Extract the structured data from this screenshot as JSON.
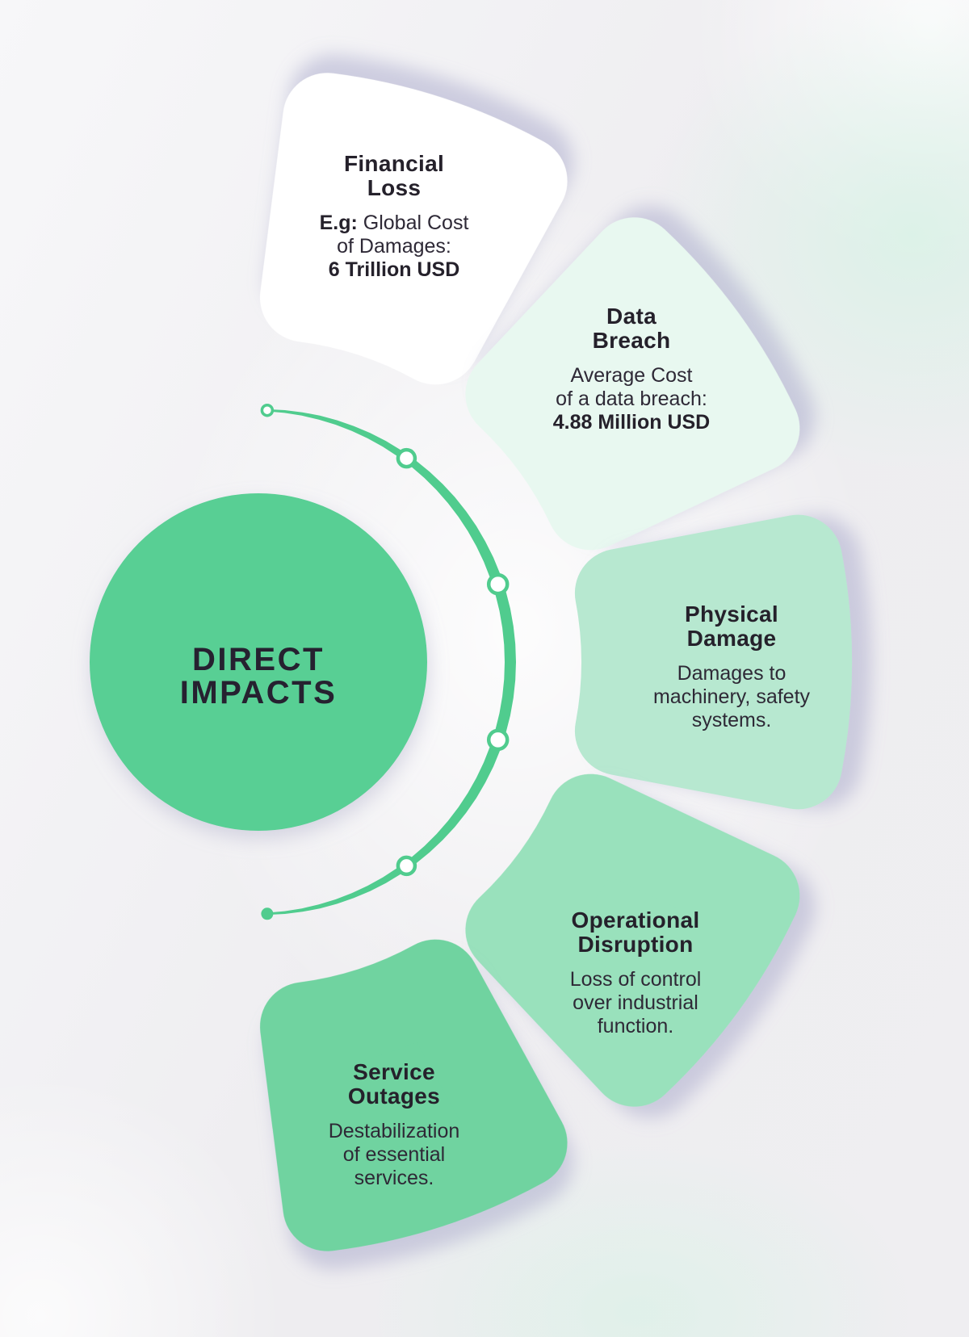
{
  "center_circle": {
    "lines": [
      "DIRECT",
      "IMPACTS"
    ],
    "color": "#58cf94",
    "text_color": "#262130"
  },
  "arc": {
    "color": "#50cc8e",
    "dot_fill": "#ffffff"
  },
  "colors": {
    "background": "#efeef1",
    "petal_shadow": "#9a99c2",
    "circle_shadow": "#a3a3c2"
  },
  "petals": [
    {
      "name": "financial-loss",
      "color": "#ffffff",
      "title": [
        "Financial",
        "Loss"
      ],
      "body": [
        [
          {
            "t": "E.g:",
            "b": true
          },
          {
            "t": " Global Cost",
            "b": false
          }
        ],
        [
          {
            "t": "of Damages:",
            "b": false
          }
        ],
        [
          {
            "t": "6 Trillion USD",
            "b": true
          }
        ]
      ]
    },
    {
      "name": "data-breach",
      "color": "#e8f8f0",
      "title": [
        "Data",
        "Breach"
      ],
      "body": [
        [
          {
            "t": "Average Cost",
            "b": false
          }
        ],
        [
          {
            "t": "of a data breach:",
            "b": false
          }
        ],
        [
          {
            "t": "4.88 Million USD",
            "b": true
          }
        ]
      ]
    },
    {
      "name": "physical-damage",
      "color": "#b7e8d0",
      "title": [
        "Physical",
        "Damage"
      ],
      "body": [
        [
          {
            "t": "Damages to",
            "b": false
          }
        ],
        [
          {
            "t": "machinery, safety",
            "b": false
          }
        ],
        [
          {
            "t": "systems.",
            "b": false
          }
        ]
      ]
    },
    {
      "name": "operational-disruption",
      "color": "#99e1bc",
      "title": [
        "Operational",
        "Disruption"
      ],
      "body": [
        [
          {
            "t": "Loss of control",
            "b": false
          }
        ],
        [
          {
            "t": "over industrial",
            "b": false
          }
        ],
        [
          {
            "t": "function.",
            "b": false
          }
        ]
      ]
    },
    {
      "name": "service-outages",
      "color": "#6fd3a0",
      "title": [
        "Service",
        "Outages"
      ],
      "body": [
        [
          {
            "t": "Destabilization",
            "b": false
          }
        ],
        [
          {
            "t": "of essential",
            "b": false
          }
        ],
        [
          {
            "t": "services.",
            "b": false
          }
        ]
      ]
    }
  ]
}
